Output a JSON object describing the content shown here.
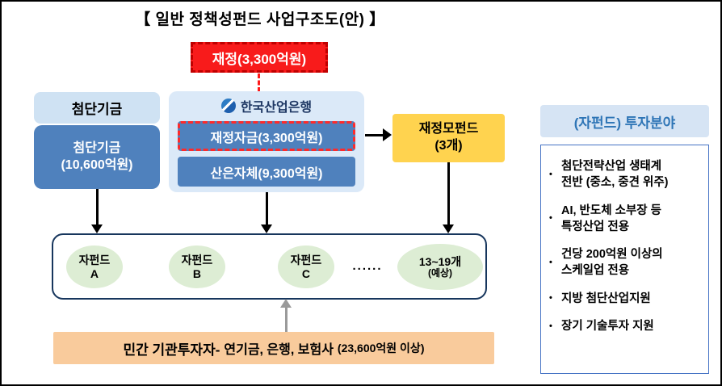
{
  "title": "【 일반 정책성펀드 사업구조도(안) 】",
  "budget": {
    "label": "재정(3,300억원)"
  },
  "left_fund": {
    "label": "첨단기금",
    "box": "첨단기금\n(10,600억원)"
  },
  "kdb": {
    "name": "한국산업은행",
    "fiscal_box": "재정자금(3,300억원)",
    "own_box": "산은자체(9,300억원)"
  },
  "mother_fund": {
    "label": "재정모펀드\n(3개)"
  },
  "sub_funds": {
    "items": [
      "자펀드\nA",
      "자펀드\nB",
      "자펀드\nC"
    ],
    "dots": "......",
    "count": "13~19개",
    "count_note": "(예상)"
  },
  "investors": {
    "bold": "민간 기관투자자-",
    "text": "연기금, 은행, 보험사",
    "note": "(23,600억원 이상)"
  },
  "invest_panel": {
    "header": "(자펀드) 투자분야",
    "bullet": "•",
    "items": [
      "첨단전략산업 생태계\n전반 (중소, 중견 위주)",
      "AI, 반도체 소부장 등\n특정산업 전용",
      "건당 200억원 이상의\n스케일업 전용",
      "지방 첨단산업지원",
      "장기 기술투자 지원"
    ]
  },
  "colors": {
    "red": "#ff1a1a",
    "blue_box": "#4f81bd",
    "pale_blue": "#dbe9f8",
    "label_blue": "#cfe2f3",
    "gold": "#ffd34f",
    "green": "#ddedd4",
    "orange": "#f9cb9c",
    "navy_border": "#17365d",
    "panel_blue": "#2e75b6"
  }
}
